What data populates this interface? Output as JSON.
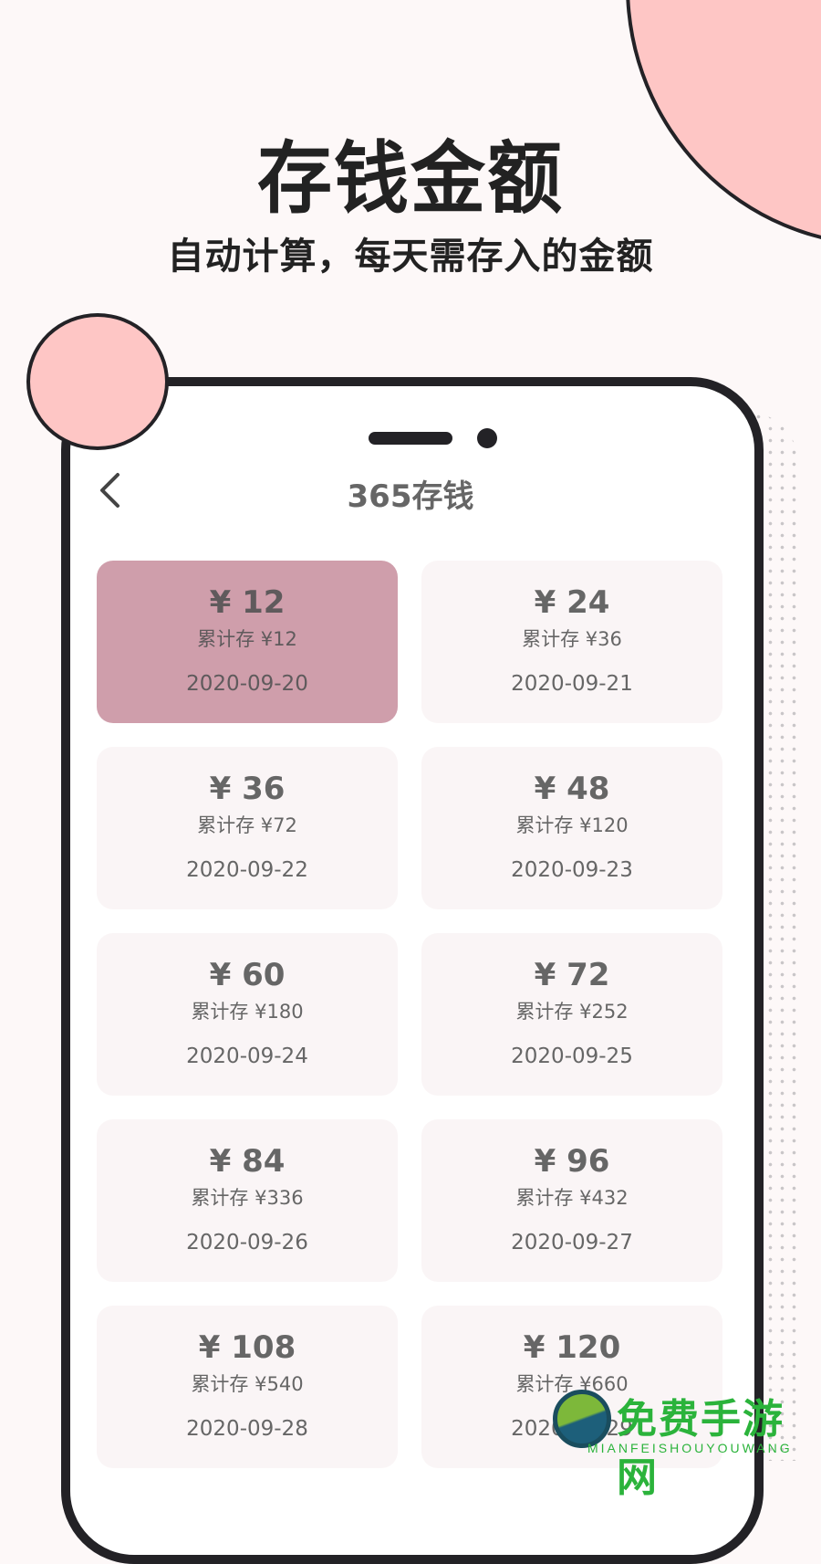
{
  "hero": {
    "title": "存钱金额",
    "subtitle": "自动计算，每天需存入的金额"
  },
  "app": {
    "nav_title": "365存钱",
    "back_icon": "chevron-left-icon"
  },
  "colors": {
    "background": "#fdf8f8",
    "accent_pink": "#fec6c5",
    "frame_dark": "#232226",
    "active_card": "#cf9eab",
    "card_bg": "#faf5f6",
    "text_gray": "#666666"
  },
  "cards": [
    {
      "amount": "¥ 12",
      "total": "累计存 ¥12",
      "date": "2020-09-20",
      "active": true
    },
    {
      "amount": "¥ 24",
      "total": "累计存 ¥36",
      "date": "2020-09-21",
      "active": false
    },
    {
      "amount": "¥ 36",
      "total": "累计存 ¥72",
      "date": "2020-09-22",
      "active": false
    },
    {
      "amount": "¥ 48",
      "total": "累计存 ¥120",
      "date": "2020-09-23",
      "active": false
    },
    {
      "amount": "¥ 60",
      "total": "累计存 ¥180",
      "date": "2020-09-24",
      "active": false
    },
    {
      "amount": "¥ 72",
      "total": "累计存 ¥252",
      "date": "2020-09-25",
      "active": false
    },
    {
      "amount": "¥ 84",
      "total": "累计存 ¥336",
      "date": "2020-09-26",
      "active": false
    },
    {
      "amount": "¥ 96",
      "total": "累计存 ¥432",
      "date": "2020-09-27",
      "active": false
    },
    {
      "amount": "¥ 108",
      "total": "累计存 ¥540",
      "date": "2020-09-28",
      "active": false
    },
    {
      "amount": "¥ 120",
      "total": "累计存 ¥660",
      "date": "2020-09-29",
      "active": false
    }
  ],
  "watermark": {
    "text": "免费手游网",
    "subtext": "MIANFEISHOUYOUWANG"
  }
}
